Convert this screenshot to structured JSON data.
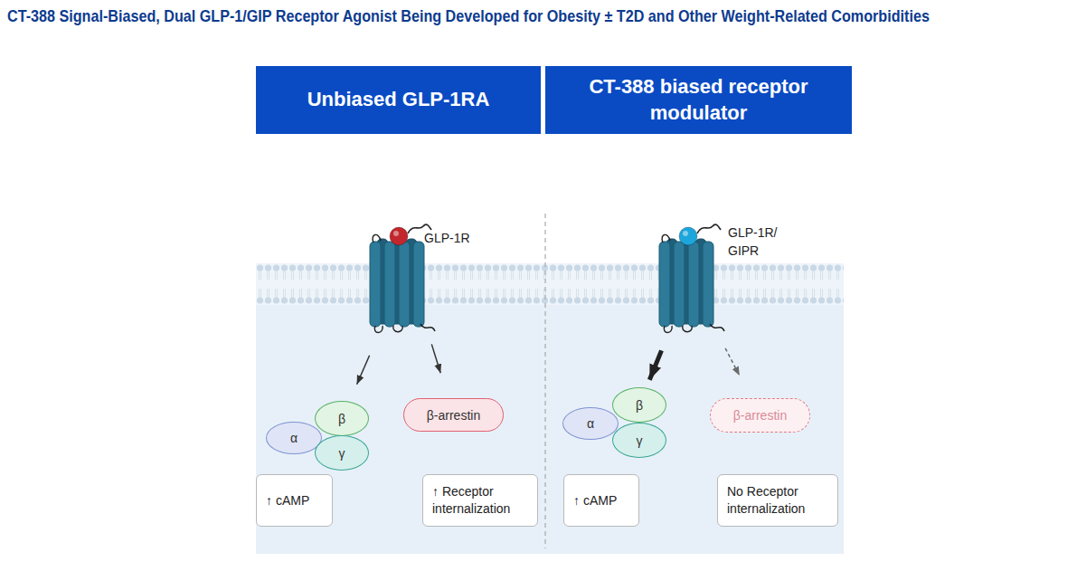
{
  "diagram": {
    "title": "CT-388 Signal-Biased, Dual GLP-1/GIP Receptor Agonist Being Developed for Obesity ± T2D and Other Weight-Related Comorbidities",
    "nodes": [
      {
        "text": [
          "Unbiased GLP-1RA"
        ]
      },
      {
        "text": [
          "CT-388 biased receptor modulator"
        ]
      },
      {
        "text": [
          "GLP-1R"
        ]
      },
      {
        "text": [
          "α"
        ]
      },
      {
        "text": [
          "β"
        ]
      },
      {
        "text": [
          "γ"
        ]
      },
      {
        "text": [
          "β-arrestin"
        ]
      },
      {
        "text": [
          "↑ cAMP"
        ]
      },
      {
        "text": [
          "↑ Receptor internalization"
        ]
      },
      {
        "text": [
          "GLP-1R/ GIPR"
        ]
      },
      {
        "text": [
          "α"
        ]
      },
      {
        "text": [
          "β"
        ]
      },
      {
        "text": [
          "γ"
        ]
      },
      {
        "text": [
          "β-arrestin"
        ]
      },
      {
        "text": [
          "↑ cAMP"
        ]
      },
      {
        "text": [
          "No Receptor internalization"
        ]
      }
    ],
    "edges": [
      {
        "from": 2,
        "to": 4,
        "arrow": "to"
      },
      {
        "from": 2,
        "to": 6,
        "arrow": "to"
      },
      {
        "from": 9,
        "to": 11,
        "arrow": "to"
      },
      {
        "from": 9,
        "to": 13,
        "arrow": "to"
      }
    ]
  }
}
